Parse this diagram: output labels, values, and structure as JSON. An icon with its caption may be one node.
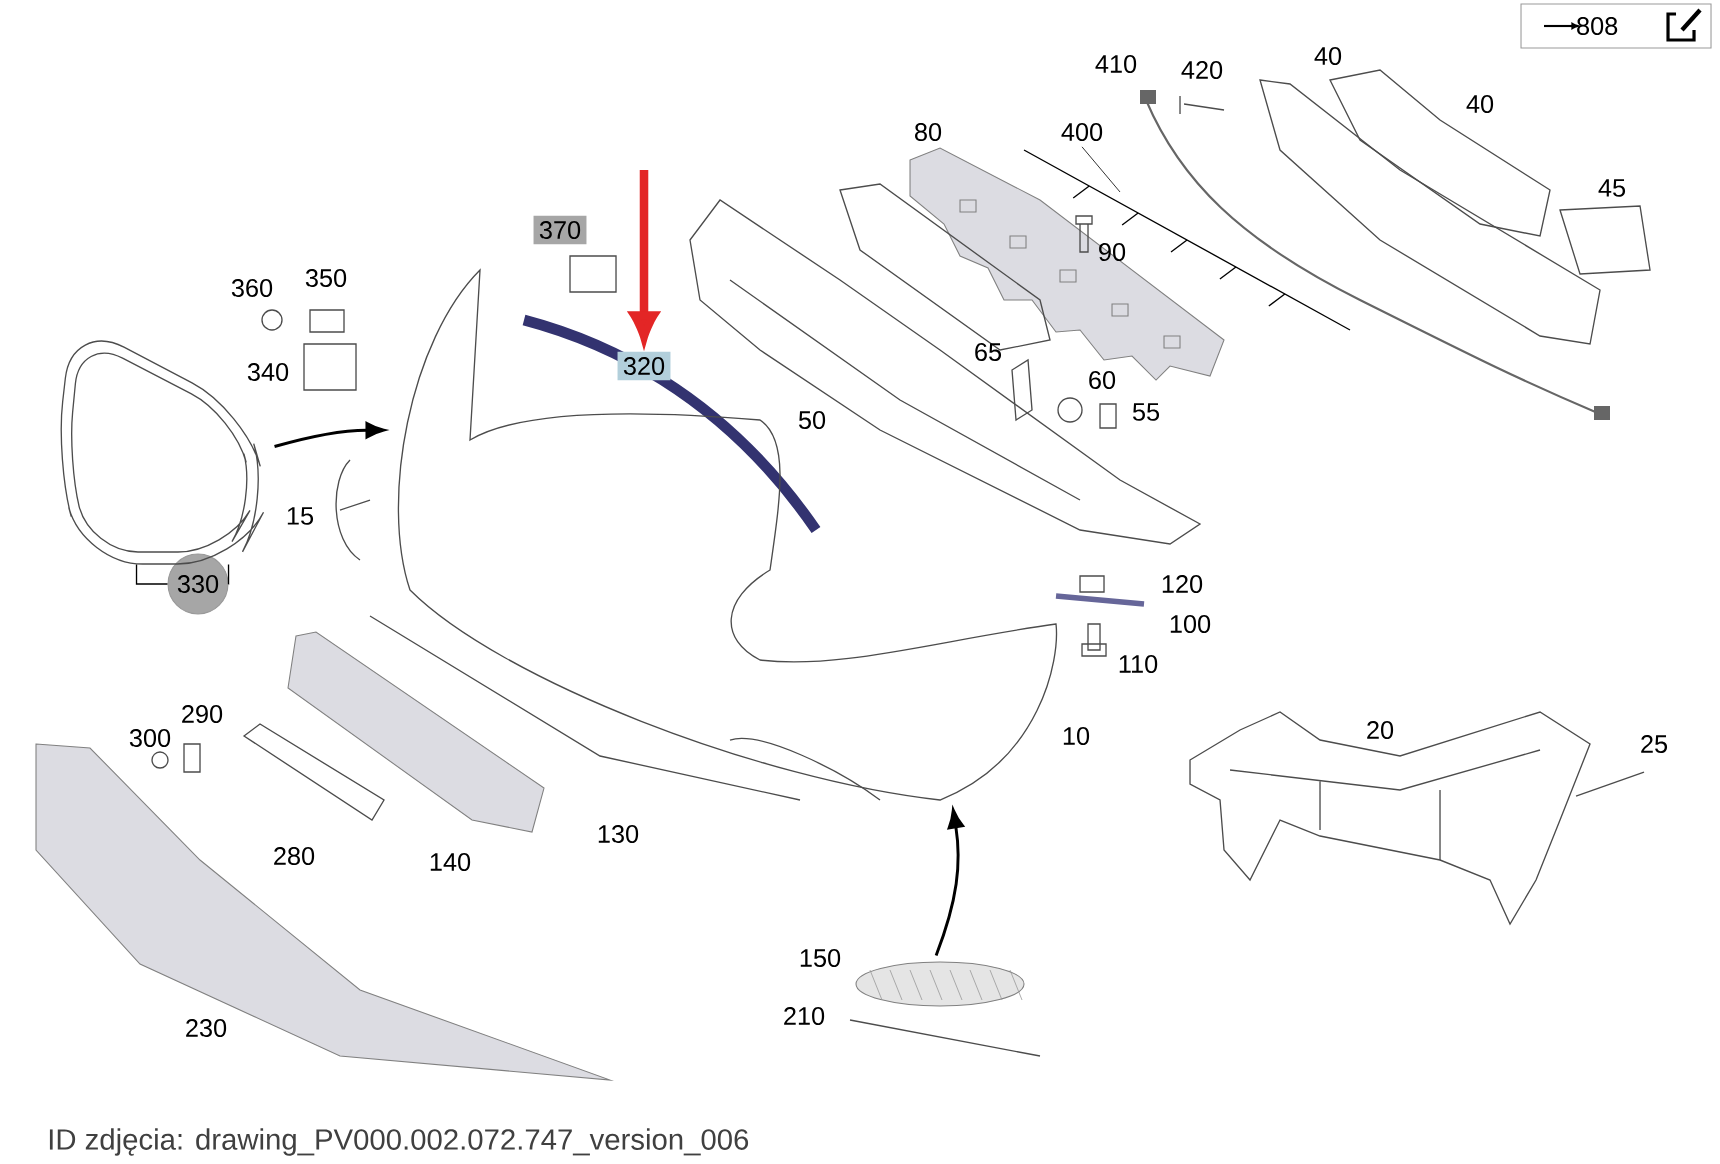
{
  "diagram": {
    "nodes": [
      {
        "text": [
          "808"
        ]
      },
      {
        "text": [
          "370"
        ]
      },
      {
        "text": [
          "320"
        ]
      },
      {
        "text": [
          "330"
        ]
      },
      {
        "text": [],
        "shape": "picture"
      },
      {
        "text": [],
        "shape": "picture",
        "beside": [
          "10"
        ]
      },
      {
        "text": [],
        "shape": "picture"
      },
      {
        "text": [
          "400"
        ]
      }
    ],
    "edges": [
      {
        "from": null,
        "to": 2,
        "arrow": "to",
        "style": "thick",
        "color": "#e32626"
      },
      {
        "from": 4,
        "to": 5,
        "arrow": "to"
      },
      {
        "from": 6,
        "to": 5,
        "arrow": "to"
      },
      {
        "from": 3,
        "to": 4,
        "arrow": "none"
      },
      {
        "from": 3,
        "to": 4,
        "arrow": "none"
      },
      {
        "from": 7,
        "to": null,
        "arrow": "none"
      }
    ],
    "labels": [
      "410",
      "420",
      "40",
      "40",
      "80",
      "45",
      "90",
      "350",
      "360",
      "340",
      "65",
      "60",
      "55",
      "50",
      "15",
      "120",
      "100",
      "110",
      "290",
      "300",
      "20",
      "25",
      "130",
      "280",
      "140",
      "150",
      "210",
      "230",
      "ID zdjęcia: drawing_PV000.002.072.747_version_006"
    ]
  }
}
